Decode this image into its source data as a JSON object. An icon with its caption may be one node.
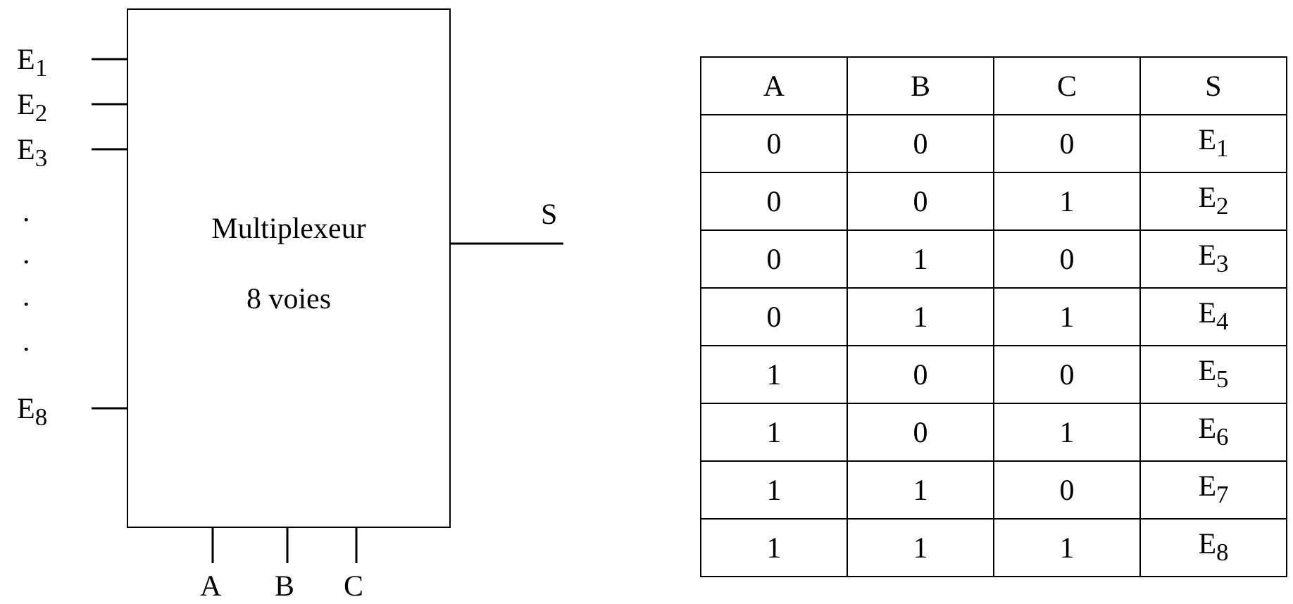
{
  "diagram": {
    "nodes": [
      {
        "text": [
          "Multiplexeur",
          "8 voies"
        ]
      },
      {
        "text": [
          "E$_{1}$"
        ]
      },
      {
        "text": [
          "E$_{2}$"
        ]
      },
      {
        "text": [
          "E$_{3}$"
        ]
      },
      {
        "text": [
          "E$_{8}$"
        ]
      },
      {
        "text": [
          "S"
        ]
      },
      {
        "text": [
          "A"
        ]
      },
      {
        "text": [
          "B"
        ]
      },
      {
        "text": [
          "C"
        ]
      }
    ],
    "edges": [
      {
        "from": 1,
        "to": 0,
        "arrow": "none"
      },
      {
        "from": 2,
        "to": 0,
        "arrow": "none"
      },
      {
        "from": 3,
        "to": 0,
        "arrow": "none"
      },
      {
        "from": 4,
        "to": 0,
        "arrow": "none"
      },
      {
        "from": 0,
        "to": 5,
        "arrow": "none"
      },
      {
        "from": 6,
        "to": 0,
        "arrow": "none"
      },
      {
        "from": 7,
        "to": 0,
        "arrow": "none"
      },
      {
        "from": 8,
        "to": 0,
        "arrow": "none"
      }
    ],
    "labels": [
      ".",
      ".",
      ".",
      ".",
      "A",
      "B",
      "C",
      "S",
      "0",
      "0",
      "0",
      "E$_{1}$",
      "0",
      "0",
      "1",
      "E$_{2}$",
      "0",
      "1",
      "0",
      "E$_{3}$",
      "0",
      "1",
      "1",
      "E$_{4}$",
      "1",
      "0",
      "0",
      "E$_{5}$",
      "1",
      "0",
      "1",
      "E$_{6}$",
      "1",
      "1",
      "0",
      "E$_{7}$",
      "1",
      "1",
      "1",
      "E$_{8}$"
    ]
  }
}
